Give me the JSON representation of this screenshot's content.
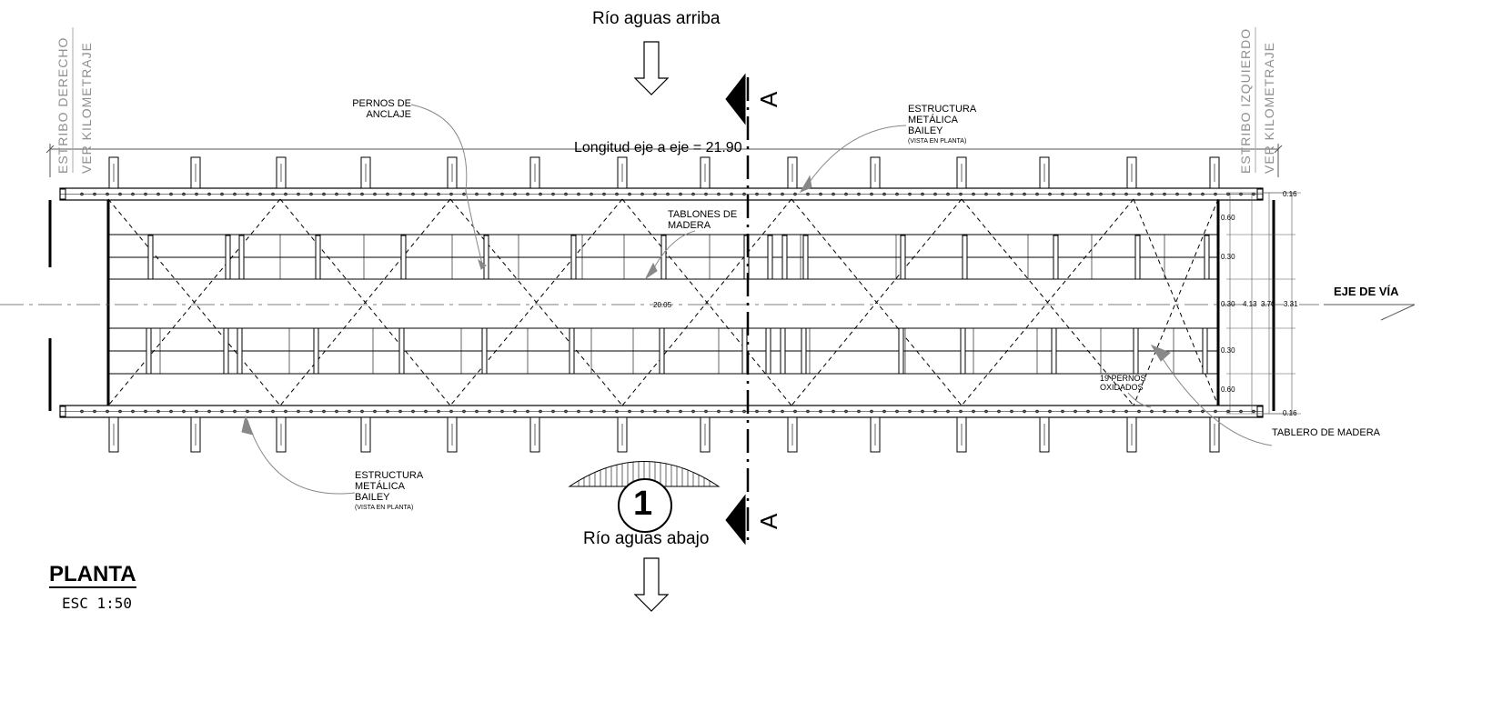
{
  "title": "PLANTA",
  "scale": "ESC 1:50",
  "upstream": "Río aguas arriba",
  "downstream": "Río aguas abajo",
  "axis_length": "Longitud eje a eje = 21.90",
  "left_abutment": {
    "line1": "ESTRIBO DERECHO",
    "line2": "VER KILOMETRAJE"
  },
  "right_abutment": {
    "line1": "ESTRIBO IZQUIERDO",
    "line2": "VER KILOMETRAJE"
  },
  "section_label": "A",
  "detail_number": "1",
  "road_axis": "EJE DE VÍA",
  "labels": {
    "anchor_bolts": "PERNOS DE ANCLAJE",
    "bailey_top": "ESTRUCTURA METÁLICA BAILEY",
    "bailey_top_note": "(VISTA EN PLANTA)",
    "bailey_bottom": "ESTRUCTURA METÁLICA BAILEY",
    "bailey_bottom_note": "(VISTA EN PLANTA)",
    "planks": "TABLONES DE MADERA",
    "rusty_bolts": "19 PERNOS OXIDADOS",
    "deck": "TABLERO DE MADERA"
  },
  "dimensions": {
    "span": "20.05",
    "top_edge": "0.16",
    "bottom_edge": "0.16",
    "row_1": "0.60",
    "row_2": "0.30",
    "center": "0.30",
    "row_4": "0.30",
    "row_5": "0.60",
    "width_a": "4.13",
    "width_b": "3.70",
    "width_c": "3.31"
  }
}
